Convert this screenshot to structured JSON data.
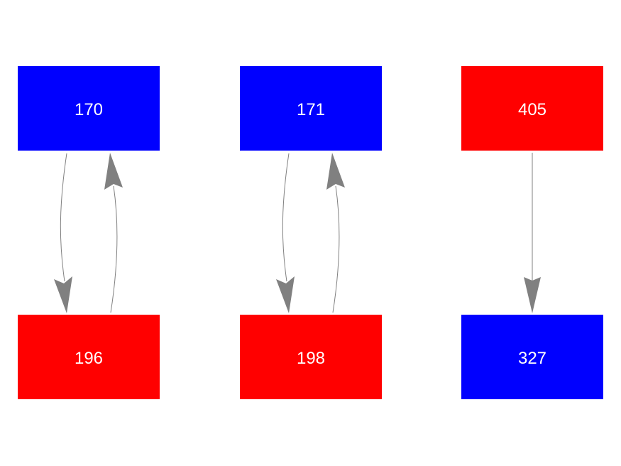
{
  "colors": {
    "blue": "#0000ff",
    "red": "#ff0000",
    "edge": "#808080"
  },
  "nodes": [
    {
      "id": "170",
      "label": "170",
      "color": "blue"
    },
    {
      "id": "196",
      "label": "196",
      "color": "red"
    },
    {
      "id": "171",
      "label": "171",
      "color": "blue"
    },
    {
      "id": "198",
      "label": "198",
      "color": "red"
    },
    {
      "id": "405",
      "label": "405",
      "color": "red"
    },
    {
      "id": "327",
      "label": "327",
      "color": "blue"
    }
  ],
  "edges": [
    {
      "from": "170",
      "to": "196"
    },
    {
      "from": "196",
      "to": "170"
    },
    {
      "from": "171",
      "to": "198"
    },
    {
      "from": "198",
      "to": "171"
    },
    {
      "from": "405",
      "to": "327"
    }
  ]
}
